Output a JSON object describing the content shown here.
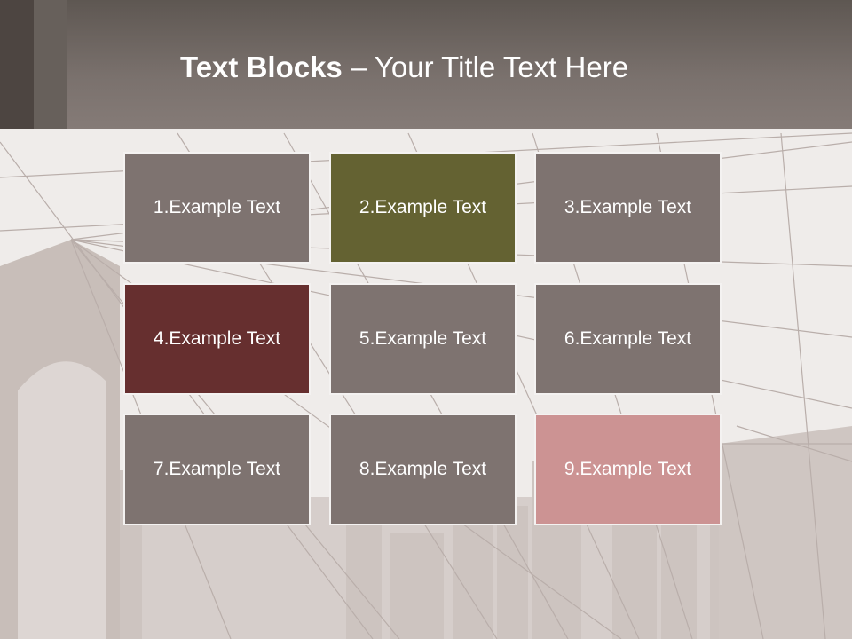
{
  "slide": {
    "title_bold": "Text Blocks",
    "title_dash": "–",
    "title_rest": "Your Title Text Here"
  },
  "colors": {
    "header": "#7a716d",
    "block_default": "#7e7370",
    "block_2": "#646232",
    "block_4": "#662f2f",
    "block_9": "#cc9393"
  },
  "blocks": [
    {
      "label": "1.Example Text"
    },
    {
      "label": "2.Example Text"
    },
    {
      "label": "3.Example Text"
    },
    {
      "label": "4.Example Text"
    },
    {
      "label": "5.Example Text"
    },
    {
      "label": "6.Example Text"
    },
    {
      "label": "7.Example Text"
    },
    {
      "label": "8.Example Text"
    },
    {
      "label": "9.Example Text"
    }
  ]
}
